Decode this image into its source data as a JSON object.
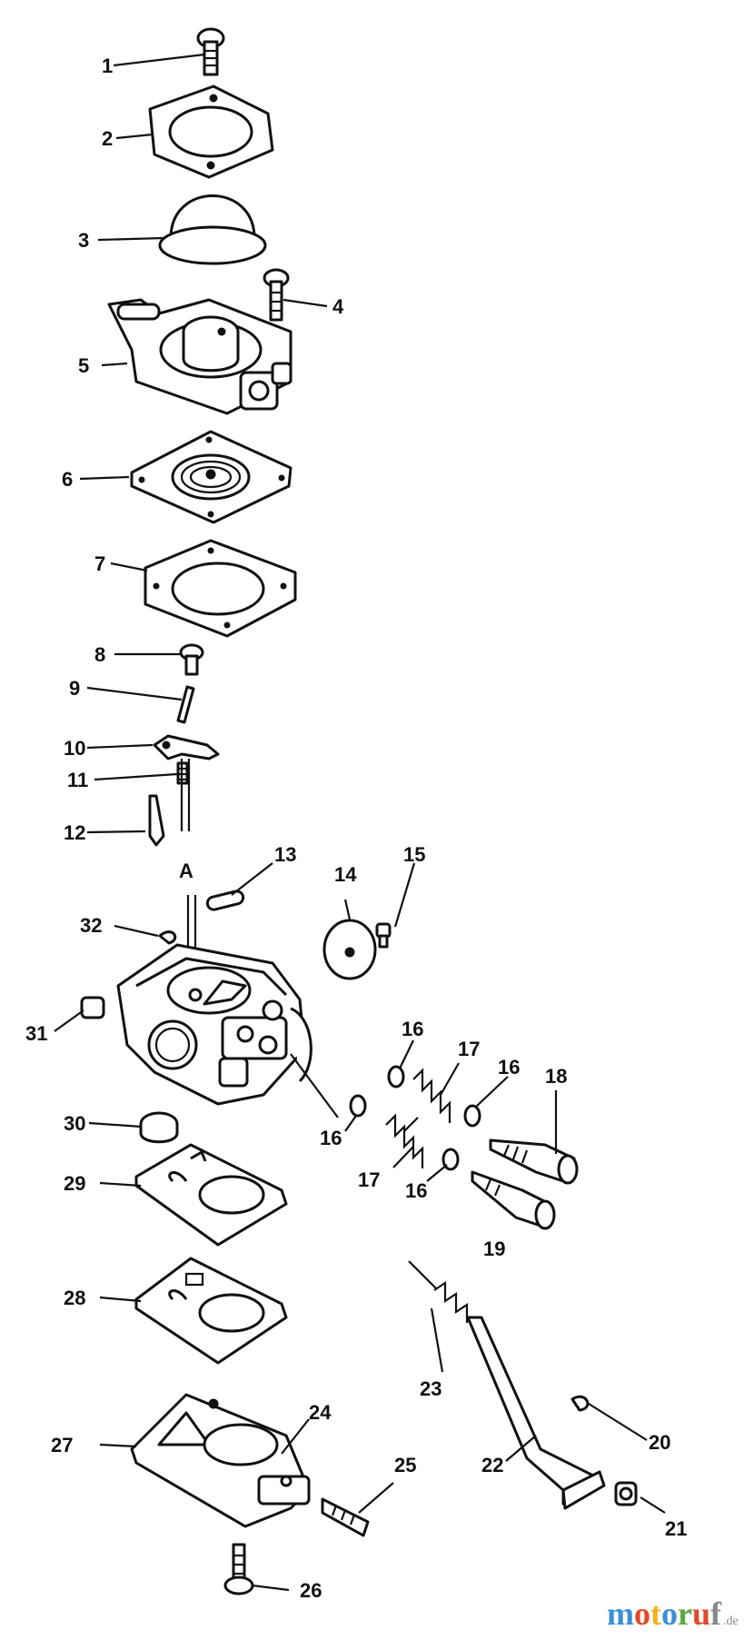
{
  "diagram": {
    "callout_labels": [
      "1",
      "2",
      "3",
      "4",
      "5",
      "6",
      "7",
      "8",
      "9",
      "10",
      "11",
      "12",
      "13",
      "14",
      "15",
      "16",
      "16",
      "16",
      "16",
      "17",
      "17",
      "18",
      "19",
      "20",
      "21",
      "22",
      "23",
      "24",
      "25",
      "26",
      "27",
      "28",
      "29",
      "30",
      "31",
      "32"
    ],
    "section_marker": "A"
  },
  "watermark": {
    "text_main": "motoruf",
    "text_suffix": ".de",
    "colors": [
      "#3a8fd6",
      "#e04a2a",
      "#f2b21a",
      "#3a8fd6",
      "#5aa83a",
      "#e04a2a",
      "#888888"
    ]
  }
}
